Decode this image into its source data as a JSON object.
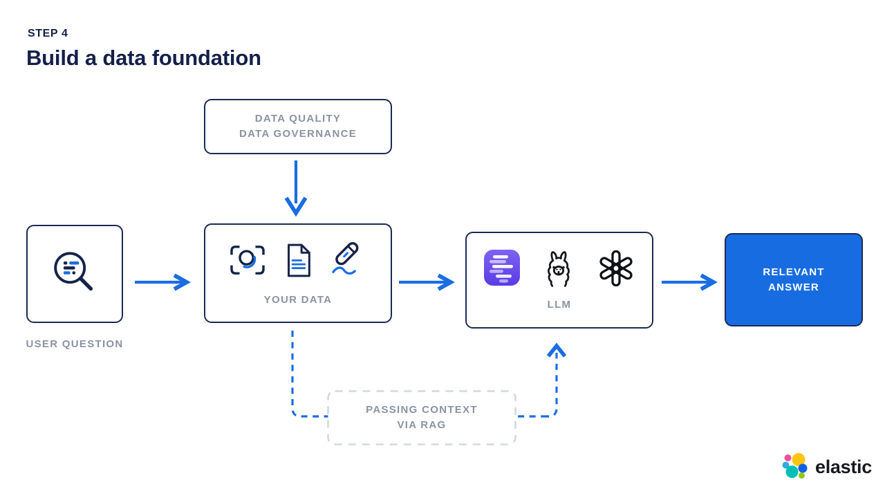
{
  "header": {
    "step": "STEP 4",
    "title": "Build a data foundation"
  },
  "nodes": {
    "data_quality": {
      "line1": "DATA QUALITY",
      "line2": "DATA GOVERNANCE"
    },
    "user_question": {
      "label": "USER QUESTION",
      "icon": "search-text-icon"
    },
    "your_data": {
      "label": "YOUR DATA",
      "icons": [
        "image-scan-icon",
        "document-icon",
        "voice-note-icon"
      ]
    },
    "llm": {
      "label": "LLM",
      "icons": [
        "text-generation-app-icon",
        "llama-icon",
        "openai-icon"
      ]
    },
    "relevant_answer": {
      "line1": "RELEVANT",
      "line2": "ANSWER"
    },
    "passing_context": {
      "line1": "PASSING CONTEXT",
      "line2": "VIA RAG"
    }
  },
  "colors": {
    "navy_border": "#1b2a52",
    "title_navy": "#14204a",
    "accent_blue": "#1a6de2",
    "answer_fill": "#186ce2",
    "gray_label": "#8b92a4",
    "dashed_gray": "#d2d8e2",
    "purple_app": "#6d4ef0"
  },
  "footer": {
    "brand": "elastic",
    "logo_palette": {
      "yellow": "#fec514",
      "pink": "#f04e98",
      "light_blue": "#36a9e1",
      "teal": "#00bfb3",
      "blue": "#0b64dd",
      "green": "#93c90e"
    }
  }
}
